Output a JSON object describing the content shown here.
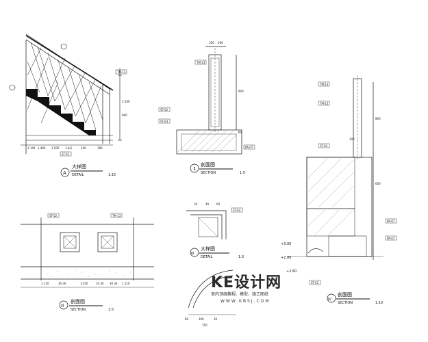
{
  "detail_a": {
    "title": "大样图",
    "code": "DETAIL",
    "scale": "1:15",
    "marker_top": "A",
    "dims": [
      "1 140",
      "1,400",
      "1,500",
      "1,4|1",
      "140",
      "180"
    ],
    "height_dims": [
      "1:100",
      "900"
    ],
    "tags": [
      "TM-13",
      "ST-02"
    ]
  },
  "section_1": {
    "title": "剖面图",
    "code": "SECTION",
    "scale": "1:5",
    "marker": "1",
    "dims_top": [
      "100",
      "200"
    ],
    "dims_side": [
      "900",
      "60"
    ],
    "tags": [
      "TM-13",
      "ST-02",
      "ST-03",
      "PA-07"
    ]
  },
  "section_2": {
    "title": "剖面图",
    "code": "SECTION",
    "scale": "1:5",
    "marker": "II",
    "dims_bottom": [
      "1 110",
      "30 30",
      "4150",
      "10 30",
      "30 30",
      "1 110"
    ],
    "tags": [
      "ST-02",
      "TM-13"
    ]
  },
  "detail_3": {
    "title": "大样图",
    "code": "DETAIL",
    "scale": "1:3",
    "marker": "III",
    "dims": [
      "30",
      "40",
      "60"
    ],
    "tags": [
      "ST-02"
    ]
  },
  "section_4": {
    "title": "剖面图",
    "code": "SECTION",
    "scale": "1:10",
    "marker": "IV",
    "levels": [
      "+3.00",
      "+2.80",
      "+2.60"
    ],
    "dims_side": [
      "800",
      "600",
      "100"
    ],
    "tags": [
      "TM-13",
      "TM-13",
      "ST-02",
      "PA-07",
      "PA-07",
      "ST-03"
    ]
  },
  "bottom_dims": [
    "80",
    "100",
    "30",
    "150"
  ],
  "watermark": {
    "main": "KE设计网",
    "sub": "室内顶级教程、模型、施工图纸",
    "url": "WWW.KBSJ.COM"
  }
}
